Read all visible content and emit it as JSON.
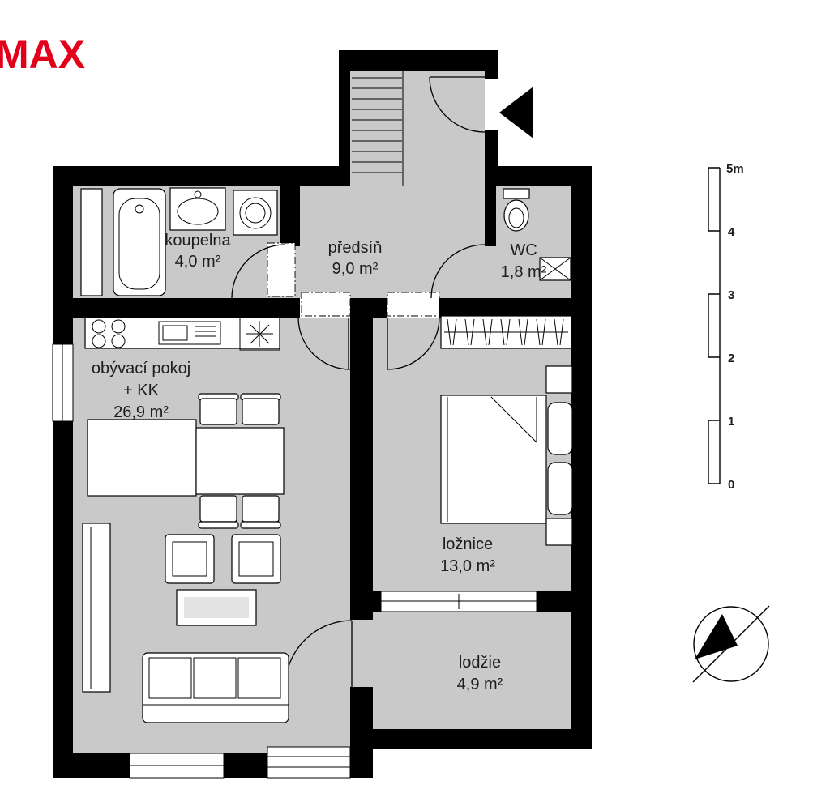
{
  "logo": {
    "text": "MAX",
    "color": "#e2001a"
  },
  "rooms": [
    {
      "name": "koupelna",
      "area": "4,0 m²"
    },
    {
      "name": "předsíň",
      "area": "9,0 m²"
    },
    {
      "name": "WC",
      "area": "1,8 m²"
    },
    {
      "name": "obývací pokoj",
      "name_line2": "+ KK",
      "area": "26,9 m²"
    },
    {
      "name": "ložnice",
      "area": "13,0 m²"
    },
    {
      "name": "lodžie",
      "area": "4,9 m²"
    }
  ],
  "scale_bar": {
    "marks": [
      "5m",
      "4",
      "3",
      "2",
      "1",
      "0"
    ]
  },
  "colors": {
    "wall": "#000000",
    "floor": "#c9c9c9",
    "logo_red": "#e2001a",
    "label_text": "#1d1d1b"
  }
}
